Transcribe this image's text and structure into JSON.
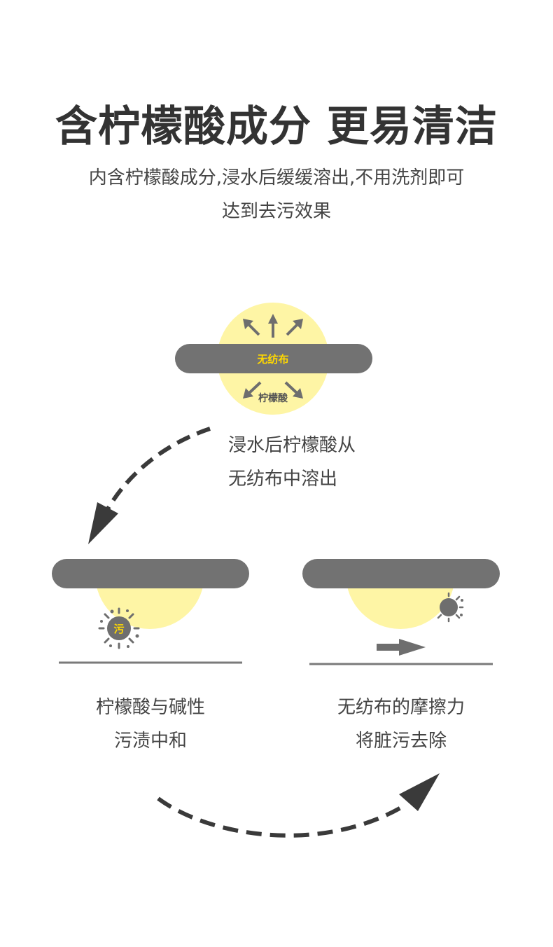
{
  "title": "含柠檬酸成分 更易清洁",
  "subtitle": {
    "line1": "内含柠檬酸成分,浸水后缓缓溶出,不用洗剂即可",
    "line2": "达到去污效果"
  },
  "diagram": {
    "bar_label": "无纺布",
    "circle_label": "柠檬酸",
    "stain_label": "污"
  },
  "captions": {
    "top": {
      "line1": "浸水后柠檬酸从",
      "line2": "无纺布中溶出"
    },
    "left": {
      "line1": "柠檬酸与碱性",
      "line2": "污渍中和"
    },
    "right": {
      "line1": "无纺布的摩擦力",
      "line2": "将脏污去除"
    }
  },
  "colors": {
    "bar": "#727272",
    "citric_yellow": "#fef5a5",
    "label_yellow": "#ffd800",
    "stain": "#6e6e6e",
    "dashed_arrow": "#3a3a3a"
  }
}
